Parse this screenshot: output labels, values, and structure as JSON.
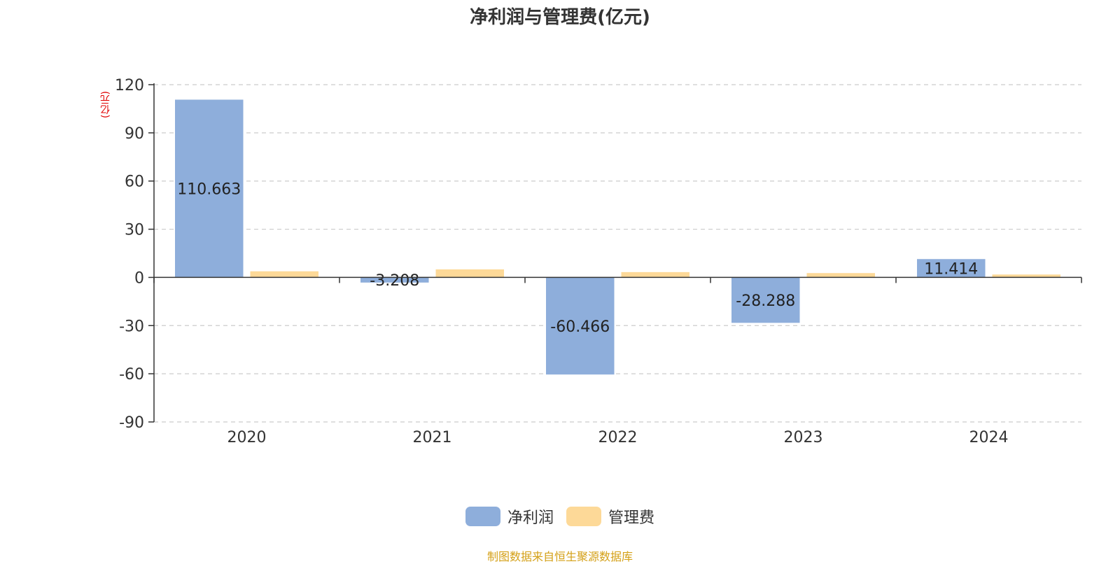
{
  "title": "净利润与管理费(亿元)",
  "y_unit": "(亿元)",
  "source": "制图数据来自恒生聚源数据库",
  "colors": {
    "profit": "#8eaedb",
    "admin": "#fdd998",
    "axis": "#333333",
    "grid": "#cccccc"
  },
  "chart_data": {
    "type": "bar",
    "title": "净利润与管理费(亿元)",
    "xlabel": "",
    "ylabel": "(亿元)",
    "categories": [
      "2020",
      "2021",
      "2022",
      "2023",
      "2024"
    ],
    "ylim": [
      -90,
      120
    ],
    "yticks": [
      120,
      90,
      60,
      30,
      0,
      -30,
      -60,
      -90
    ],
    "ytick_labels": [
      "120",
      "90",
      "60",
      "30",
      "0",
      "-30",
      "-60",
      "-90"
    ],
    "grid": "dashed horizontal",
    "legend_position": "bottom-center",
    "series": [
      {
        "name": "净利润",
        "color": "#8eaedb",
        "values": [
          110.663,
          -3.208,
          -60.466,
          -28.288,
          11.414
        ],
        "labels": [
          "110.663",
          "-3.208",
          "-60.466",
          "-28.288",
          "11.414"
        ]
      },
      {
        "name": "管理费",
        "color": "#fdd998",
        "values": [
          3.8,
          5.0,
          3.3,
          2.7,
          1.8
        ]
      }
    ]
  }
}
